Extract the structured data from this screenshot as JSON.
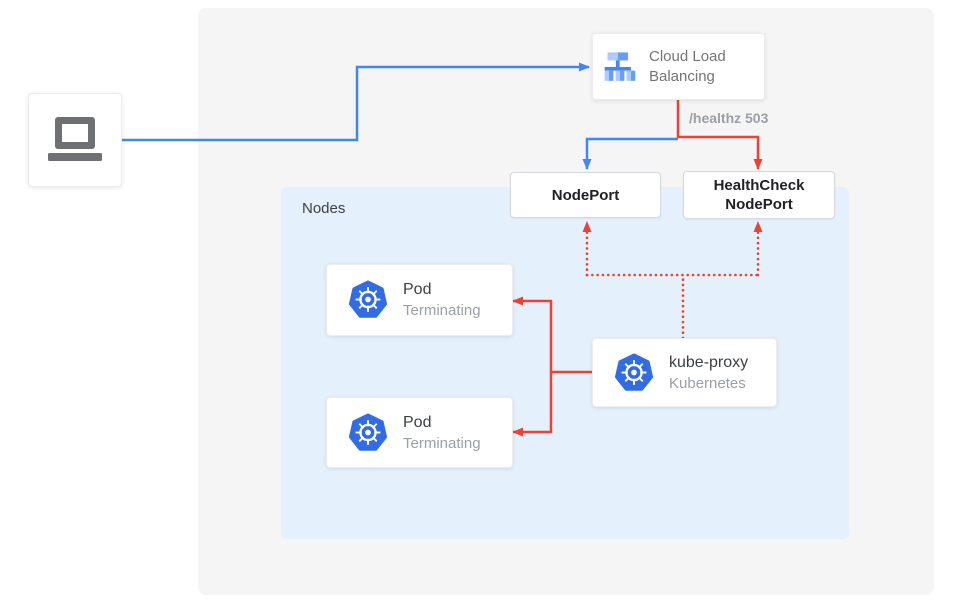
{
  "diagram": {
    "type": "kubernetes-load-balancing-diagram",
    "colors": {
      "outer_panel_bg": "#f5f5f5",
      "nodes_panel_bg": "#e4f1fc",
      "card_bg": "#ffffff",
      "card_border": "#d5d8dc",
      "blue_line": "#4285f4",
      "red_line": "#ea4335",
      "kubernetes_blue": "#326ce5",
      "clb_icon_blue": "#4285f4",
      "clb_icon_light_blue": "#aecbfa",
      "laptop_gray": "#6e7073",
      "text_dark": "#202124",
      "text_body": "#3c4043",
      "text_gray": "#757575",
      "text_muted": "#9aa0a6"
    }
  },
  "nodes_panel": {
    "label": "Nodes"
  },
  "client": {
    "icon": "laptop-icon"
  },
  "cloud_load_balancing": {
    "icon": "cloud-load-balancing-icon",
    "label": "Cloud Load Balancing"
  },
  "edge_labels": {
    "healthz": "/healthz 503"
  },
  "nodeport": {
    "label": "NodePort"
  },
  "healthcheck_nodeport": {
    "label_line1": "HealthCheck",
    "label_line2": "NodePort"
  },
  "pods": [
    {
      "icon": "kubernetes-icon",
      "title": "Pod",
      "subtitle": "Terminating"
    },
    {
      "icon": "kubernetes-icon",
      "title": "Pod",
      "subtitle": "Terminating"
    }
  ],
  "kube_proxy": {
    "icon": "kubernetes-icon",
    "title": "kube-proxy",
    "subtitle": "Kubernetes"
  }
}
